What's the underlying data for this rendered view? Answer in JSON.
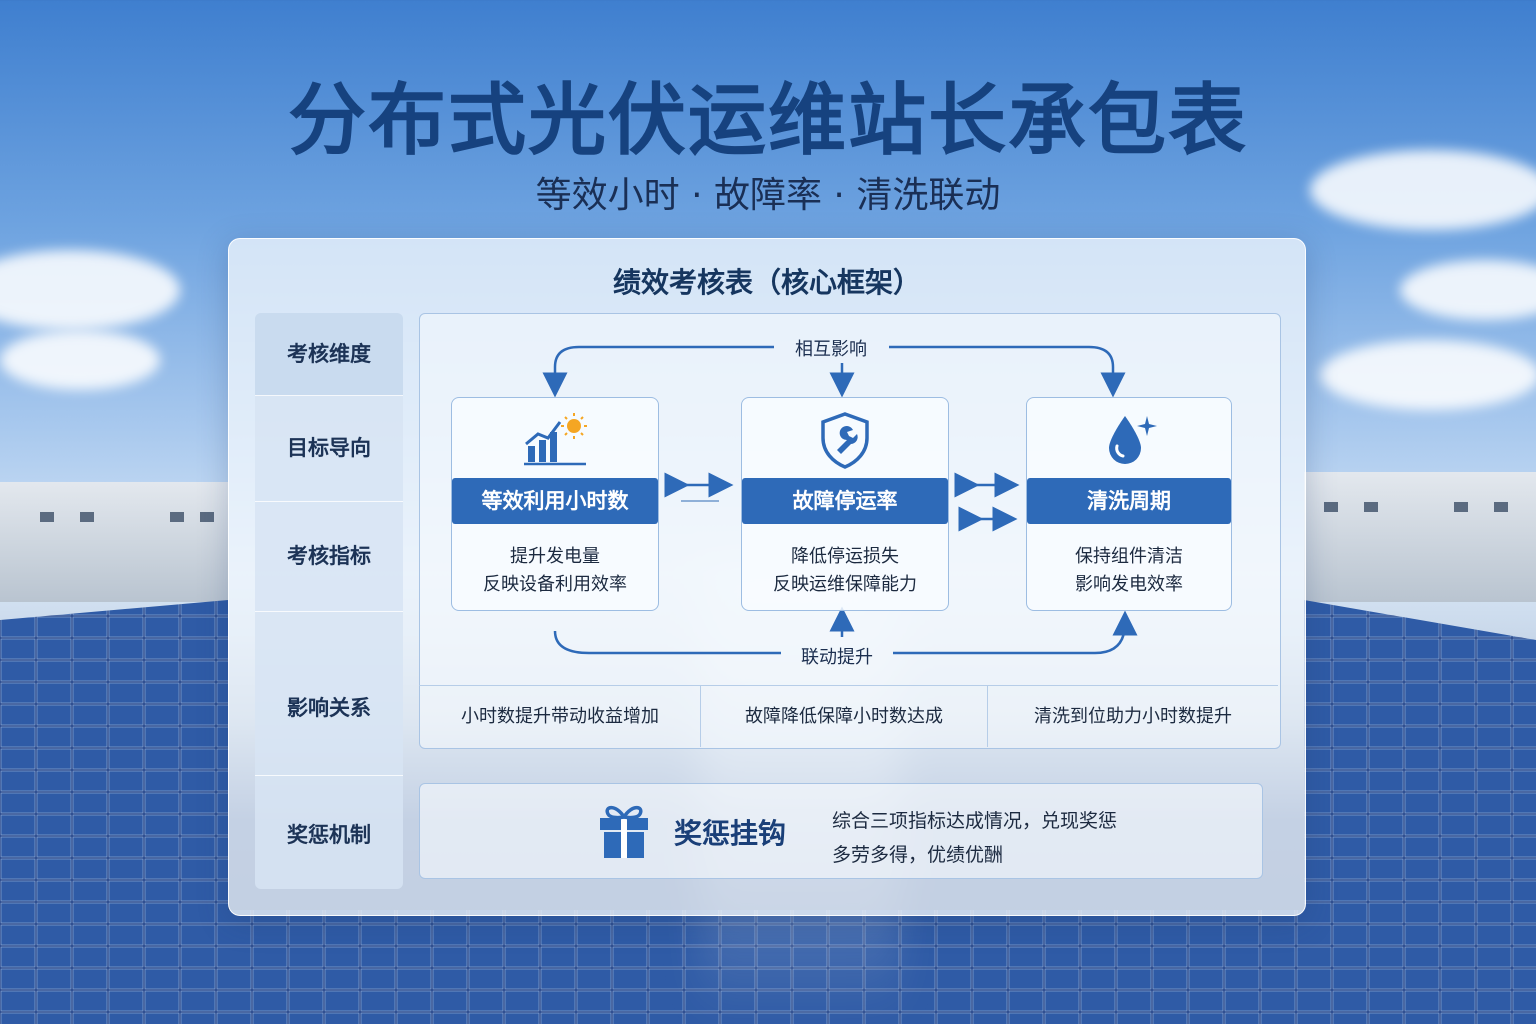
{
  "header": {
    "title": "分布式光伏运维站长承包表",
    "subtitle": "等效小时 · 故障率 · 清洗联动"
  },
  "panel": {
    "title": "绩效考核表（核心框架）",
    "dimensions": [
      "考核维度",
      "目标导向",
      "考核指标",
      "影响关系",
      "奖惩机制"
    ],
    "top_flow_label": "相互影响",
    "bottom_flow_label": "联动提升",
    "cards": [
      {
        "icon": "chart-sun-icon",
        "title": "等效利用小时数",
        "line1": "提升发电量",
        "line2": "反映设备利用效率"
      },
      {
        "icon": "shield-wrench-icon",
        "title": "故障停运率",
        "line1": "降低停运损失",
        "line2": "反映运维保障能力"
      },
      {
        "icon": "water-drop-icon",
        "title": "清洗周期",
        "line1": "保持组件清洁",
        "line2": "影响发电效率"
      }
    ],
    "relations": [
      "小时数提升带动收益增加",
      "故障降低保障小时数达成",
      "清洗到位助力小时数提升"
    ],
    "reward": {
      "icon": "gift-icon",
      "title": "奖惩挂钩",
      "line1": "综合三项指标达成情况，兑现奖惩",
      "line2": "多劳多得，优绩优酬"
    }
  },
  "colors": {
    "accent": "#2e6ab8",
    "title": "#16427f",
    "icon_sun": "#f5a623"
  }
}
